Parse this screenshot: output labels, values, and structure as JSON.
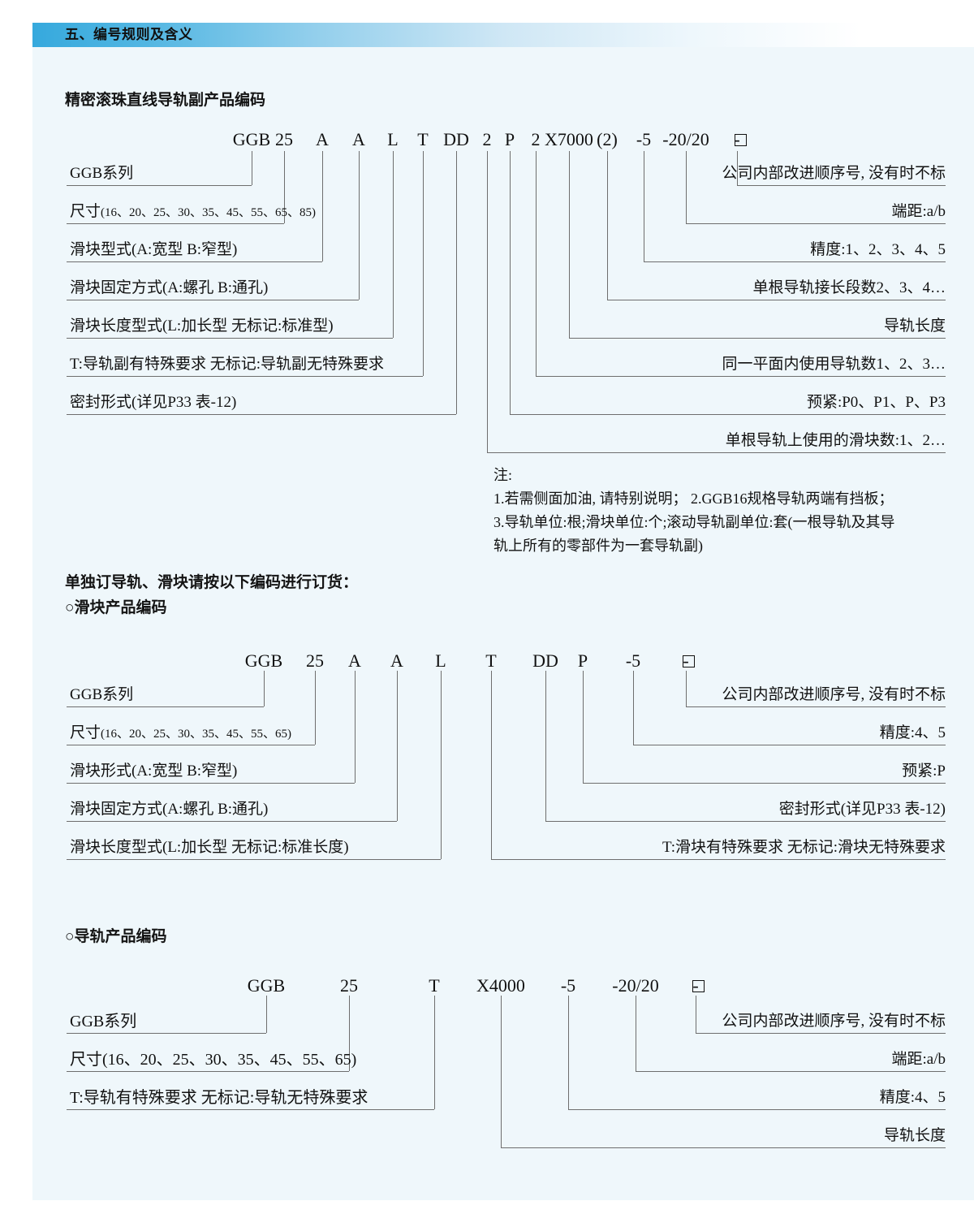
{
  "header": {
    "title": "五、编号规则及含义",
    "bar_color_left": "#36a9dd",
    "bar_color_right": "#ffffff",
    "panel_bg": "#eff7fb"
  },
  "sections": [
    {
      "id": "assembly",
      "heading": "精密滚珠直线导轨副产品编码",
      "code_segments": [
        "GGB",
        "25",
        "A",
        "A",
        "L",
        "T",
        "DD",
        "2",
        "P",
        "2",
        "X7000",
        "(2)",
        "-5",
        "-20/20",
        "-"
      ],
      "has_trailing_box": true,
      "left_labels": [
        "GGB系列",
        "尺寸(16、20、25、30、35、45、55、65、85)",
        "滑块型式(A:宽型   B:窄型)",
        "滑块固定方式(A:螺孔   B:通孔)",
        "滑块长度型式(L:加长型   无标记:标准型)",
        "T:导轨副有特殊要求   无标记:导轨副无特殊要求",
        "密封形式(详见P33 表-12)"
      ],
      "right_labels": [
        "公司内部改进顺序号, 没有时不标",
        "端距:a/b",
        "精度:1、2、3、4、5",
        "单根导轨接长段数2、3、4…",
        "导轨长度",
        "同一平面内使用导轨数1、2、3…",
        "预紧:P0、P1、P、P3",
        "单根导轨上使用的滑块数:1、2…"
      ]
    },
    {
      "id": "slider",
      "heading_main": "单独订导轨、滑块请按以下编码进行订货：",
      "heading_sub": "○滑块产品编码",
      "code_segments": [
        "GGB",
        "25",
        "A",
        "A",
        "L",
        "T",
        "DD",
        "P",
        "-5",
        "-"
      ],
      "has_trailing_box": true,
      "left_labels": [
        "GGB系列",
        "尺寸(16、20、25、30、35、45、55、65)",
        "滑块形式(A:宽型   B:窄型)",
        "滑块固定方式(A:螺孔   B:通孔)",
        "滑块长度型式(L:加长型   无标记:标准长度)"
      ],
      "right_labels": [
        "公司内部改进顺序号, 没有时不标",
        "精度:4、5",
        "预紧:P",
        "密封形式(详见P33 表-12)",
        "T:滑块有特殊要求   无标记:滑块无特殊要求"
      ]
    },
    {
      "id": "rail",
      "heading_sub": "○导轨产品编码",
      "code_segments": [
        "GGB",
        "25",
        "T",
        "X4000",
        "-5",
        "-20/20",
        "-"
      ],
      "has_trailing_box": true,
      "left_labels": [
        "GGB系列",
        "尺寸(16、20、25、30、35、45、55、65)",
        "T:导轨有特殊要求   无标记:导轨无特殊要求"
      ],
      "right_labels": [
        "公司内部改进顺序号, 没有时不标",
        "端距:a/b",
        "精度:4、5",
        "导轨长度"
      ]
    }
  ],
  "note": {
    "title": "注:",
    "lines": [
      "1.若需侧面加油, 请特别说明；   2.GGB16规格导轨两端有挡板；",
      "3.导轨单位:根;滑块单位:个;滚动导轨副单位:套(一根导轨及其导",
      "轨上所有的零部件为一套导轨副)"
    ]
  }
}
